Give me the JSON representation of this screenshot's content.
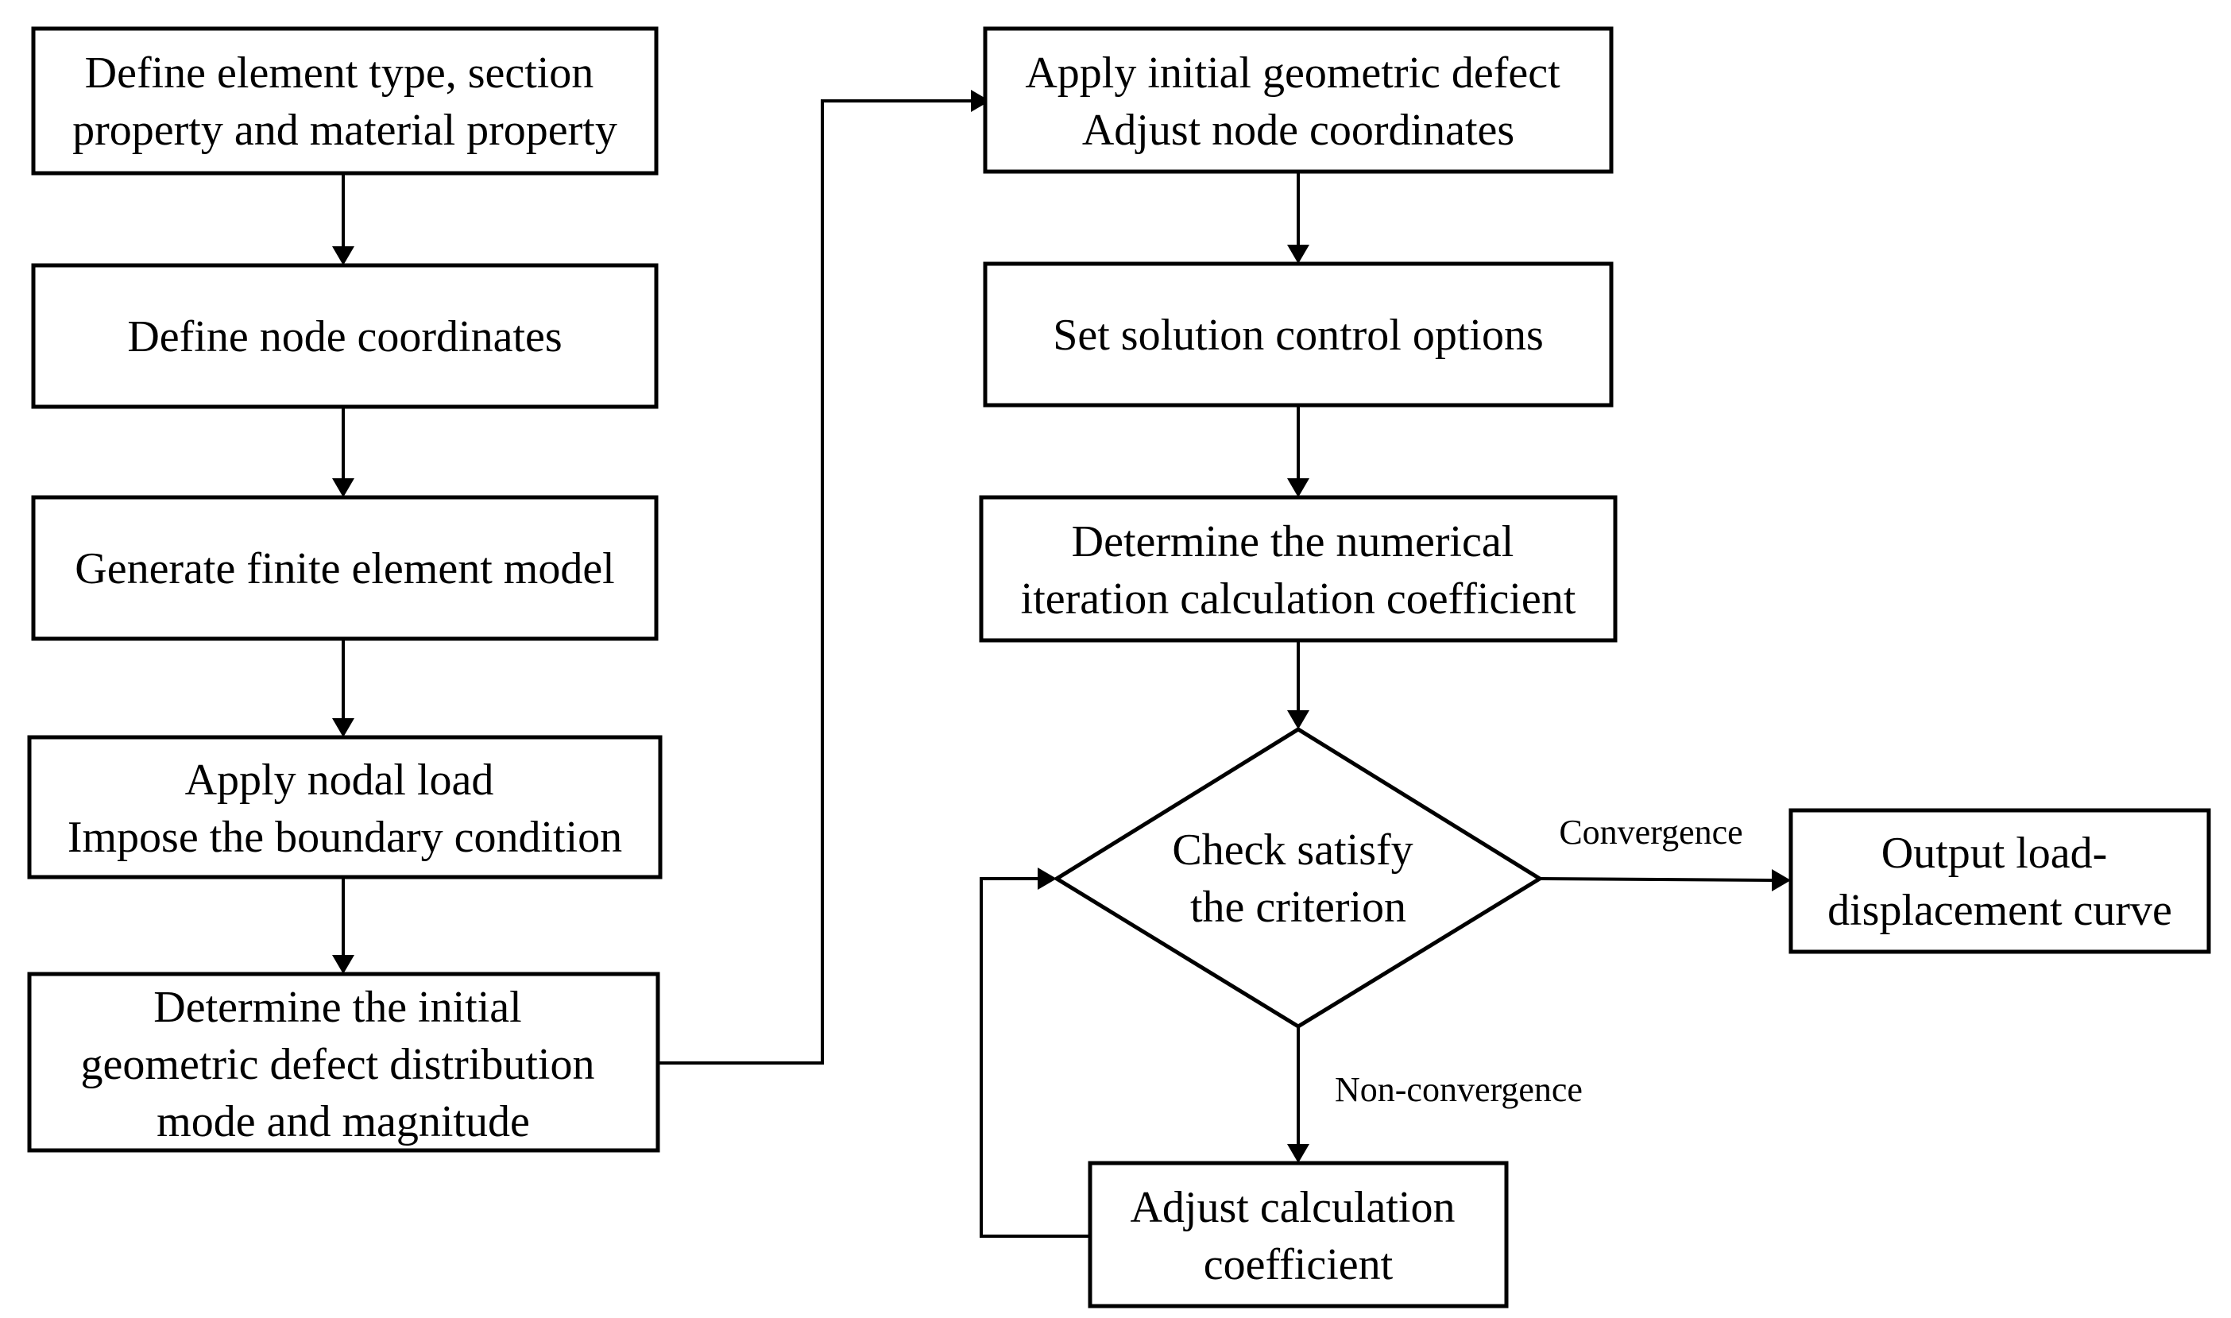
{
  "nodes": {
    "define_element": {
      "lines": [
        "Define element type, section",
        "property and material property"
      ]
    },
    "define_nodes": {
      "lines": [
        "Define node coordinates"
      ]
    },
    "generate_fem": {
      "lines": [
        "Generate finite element model"
      ]
    },
    "apply_load": {
      "lines": [
        "Apply nodal load",
        "Impose the boundary condition"
      ]
    },
    "determine_defect": {
      "lines": [
        "Determine the initial",
        "geometric defect distribution",
        "mode and magnitude"
      ]
    },
    "apply_defect": {
      "lines": [
        "Apply initial geometric defect",
        "Adjust node coordinates"
      ]
    },
    "solution_control": {
      "lines": [
        "Set solution control options"
      ]
    },
    "iteration_coeff": {
      "lines": [
        "Determine the numerical",
        "iteration calculation coefficient"
      ]
    },
    "check_criterion": {
      "lines": [
        "Check satisfy",
        "the criterion"
      ]
    },
    "output_curve": {
      "lines": [
        "Output load-",
        "displacement curve"
      ]
    },
    "adjust_coeff": {
      "lines": [
        "Adjust calculation",
        "coefficient"
      ]
    }
  },
  "edges": {
    "convergence": "Convergence",
    "non_convergence": "Non-convergence"
  }
}
